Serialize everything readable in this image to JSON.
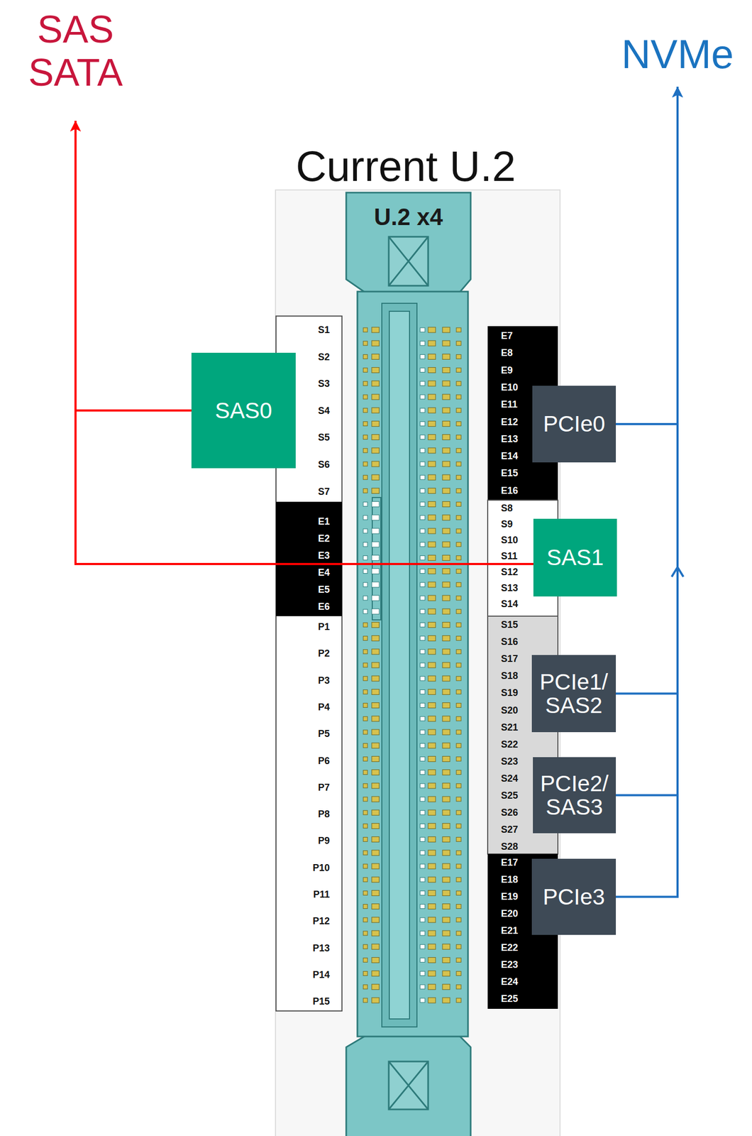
{
  "diagram": {
    "title": "Current U.2",
    "nodes": [
      {
        "text": [
          "SAS SATA"
        ]
      },
      {
        "text": [
          "NVMe"
        ]
      },
      {
        "text": [
          "SAS0"
        ]
      },
      {
        "text": [
          "PCIe0"
        ]
      },
      {
        "text": [
          "SAS1"
        ]
      },
      {
        "text": [
          "PCIe1/ SAS2"
        ]
      },
      {
        "text": [
          "PCIe2/ SAS3"
        ]
      },
      {
        "text": [
          "PCIe3"
        ]
      }
    ],
    "edges": [
      {
        "from": 2,
        "to": 0,
        "arrow": "to"
      },
      {
        "from": 4,
        "to": 0,
        "arrow": "to"
      },
      {
        "from": 3,
        "to": 1,
        "arrow": "to"
      },
      {
        "from": 5,
        "to": 1,
        "arrow": "to"
      },
      {
        "from": 6,
        "to": 1,
        "arrow": "to"
      },
      {
        "from": 7,
        "to": 1,
        "arrow": "to"
      }
    ],
    "labels": [
      "U.2 x4",
      "S1",
      "S2",
      "S3",
      "S4",
      "S5",
      "S6",
      "S7",
      "E1",
      "E2",
      "E3",
      "E4",
      "E5",
      "E6",
      "P1",
      "P2",
      "P3",
      "P4",
      "P5",
      "P6",
      "P7",
      "P8",
      "P9",
      "P10",
      "P11",
      "P12",
      "P13",
      "P14",
      "P15",
      "E7",
      "E8",
      "E9",
      "E10",
      "E11",
      "E12",
      "E13",
      "E14",
      "E15",
      "E16",
      "S8",
      "S9",
      "S10",
      "S11",
      "S12",
      "S13",
      "S14",
      "S15",
      "S16",
      "S17",
      "S18",
      "S19",
      "S20",
      "S21",
      "S22",
      "S23",
      "S24",
      "S25",
      "S26",
      "S27",
      "S28",
      "E17",
      "E18",
      "E19",
      "E20",
      "E21",
      "E22",
      "E23",
      "E24",
      "E25"
    ]
  }
}
